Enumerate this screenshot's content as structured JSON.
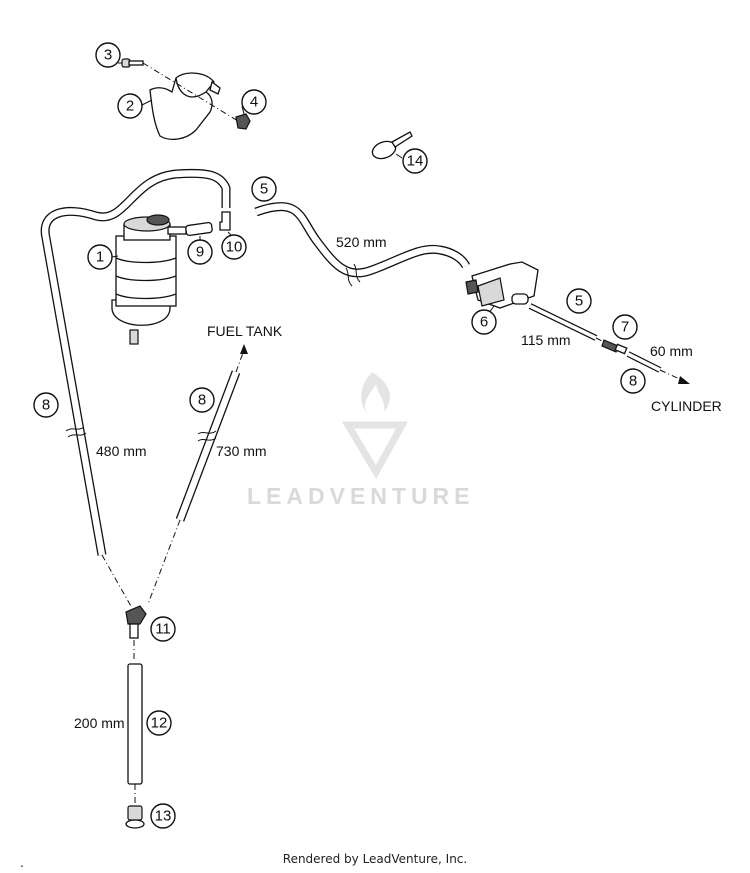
{
  "callouts": [
    {
      "id": "c3",
      "label": "3"
    },
    {
      "id": "c2",
      "label": "2"
    },
    {
      "id": "c4",
      "label": "4"
    },
    {
      "id": "c14",
      "label": "14"
    },
    {
      "id": "c5a",
      "label": "5"
    },
    {
      "id": "c1",
      "label": "1"
    },
    {
      "id": "c9",
      "label": "9"
    },
    {
      "id": "c10",
      "label": "10"
    },
    {
      "id": "c6",
      "label": "6"
    },
    {
      "id": "c5b",
      "label": "5"
    },
    {
      "id": "c7",
      "label": "7"
    },
    {
      "id": "c8a",
      "label": "8"
    },
    {
      "id": "c8b",
      "label": "8"
    },
    {
      "id": "c8c",
      "label": "8"
    },
    {
      "id": "c11",
      "label": "11"
    },
    {
      "id": "c12",
      "label": "12"
    },
    {
      "id": "c13",
      "label": "13"
    }
  ],
  "dimensions": {
    "hose_5_upper": "520 mm",
    "hose_5_lower": "115 mm",
    "hose_8_cylinder": "60 mm",
    "hose_8_left": "480 mm",
    "hose_8_right": "730 mm",
    "hose_12": "200 mm"
  },
  "destinations": {
    "fuel_tank": "FUEL TANK",
    "cylinder": "CYLINDER"
  },
  "watermark": {
    "brand": "LEADVENTURE"
  },
  "footer": {
    "credit": "Rendered by LeadVenture, Inc.",
    "mark": "."
  }
}
